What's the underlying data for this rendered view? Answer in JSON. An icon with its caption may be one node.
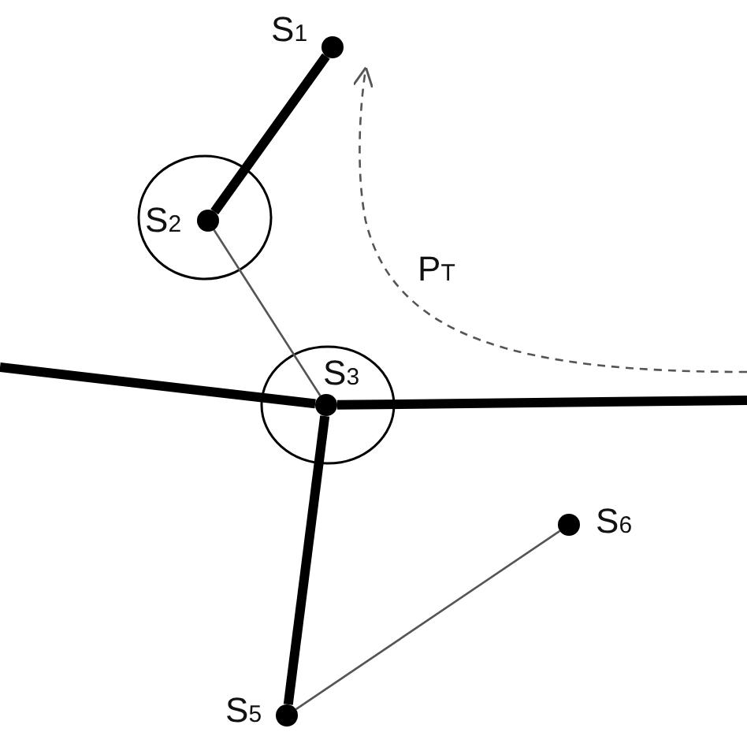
{
  "diagram": {
    "nodes": [
      {
        "text": [],
        "shape": "circle",
        "beside": [
          "S$_{1}$"
        ]
      },
      {
        "text": [],
        "shape": "circle",
        "beside": [
          "S$_{2}$"
        ]
      },
      {
        "text": [],
        "shape": "circle",
        "beside": [
          "S$_{3}$"
        ]
      },
      {
        "text": [],
        "shape": "circle",
        "beside": [
          "S$_{5}$"
        ]
      },
      {
        "text": [],
        "shape": "circle",
        "beside": [
          "S$_{6}$"
        ]
      }
    ],
    "edges": [
      {
        "from": 0,
        "to": 1,
        "arrow": "none"
      },
      {
        "from": 1,
        "to": 2,
        "arrow": "none",
        "color": "#555555"
      },
      {
        "from": null,
        "to": 2,
        "arrow": "none"
      },
      {
        "from": 2,
        "to": null,
        "arrow": "none"
      },
      {
        "from": 2,
        "to": 3,
        "arrow": "none"
      },
      {
        "from": 3,
        "to": 4,
        "arrow": "none",
        "color": "#555555"
      }
    ],
    "labels": [
      "P$_{T}$"
    ]
  }
}
